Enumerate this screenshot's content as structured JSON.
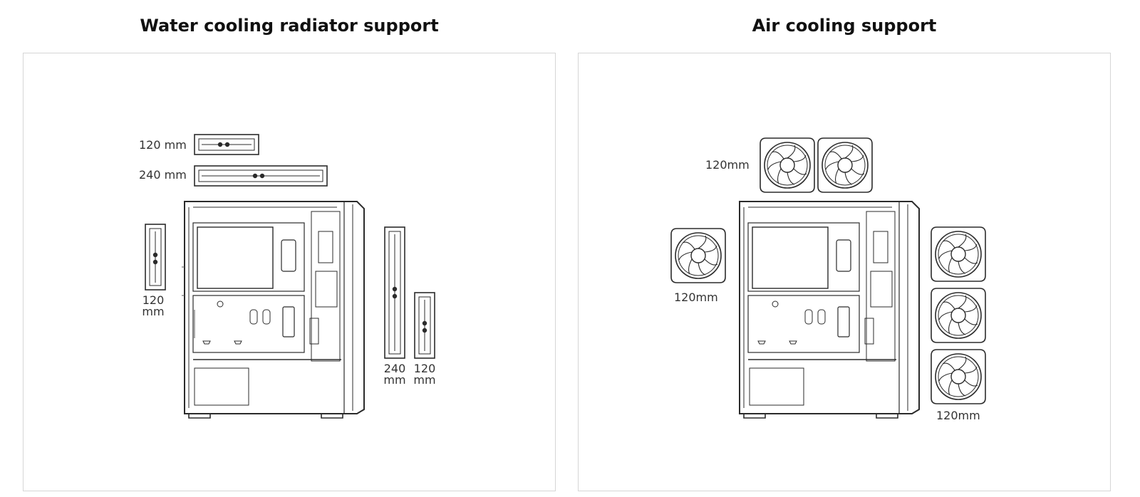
{
  "water": {
    "title": "Water cooling radiator support",
    "labels": {
      "top_120": "120 mm",
      "top_240": "240 mm",
      "rear_num": "120",
      "rear_unit": "mm",
      "front240_num": "240",
      "front240_unit": "mm",
      "front120_num": "120",
      "front120_unit": "mm"
    }
  },
  "air": {
    "title": "Air cooling support",
    "labels": {
      "top": "120mm",
      "rear": "120mm",
      "front": "120mm"
    }
  },
  "colors": {
    "line": "#2b2b2b",
    "panel_border": "#d6d6d6",
    "text": "#111111"
  }
}
